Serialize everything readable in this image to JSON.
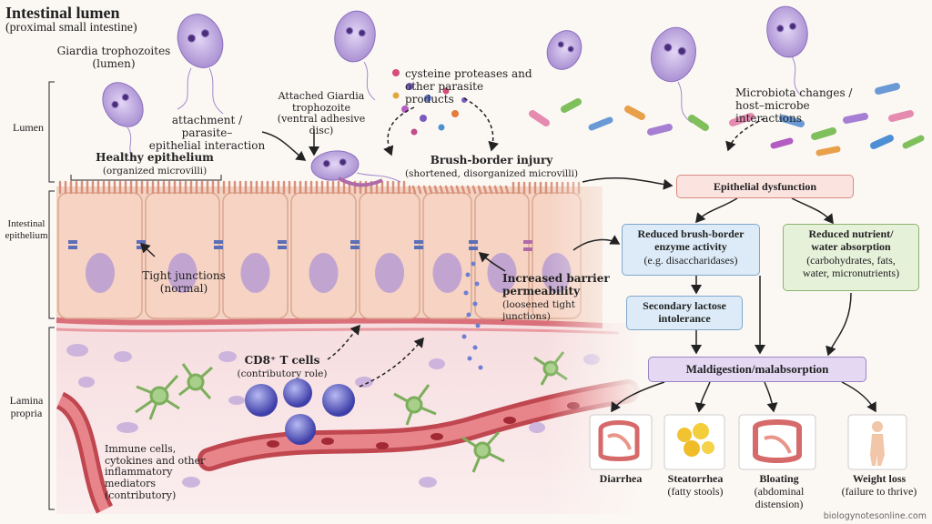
{
  "title": "Intestinal lumen",
  "subtitle": "(proximal small intestine)",
  "regions": {
    "lumen": "Lumen",
    "epithelium_l1": "Intestinal",
    "epithelium_l2": "epithelium",
    "lamina_l1": "Lamina",
    "lamina_l2": "propria"
  },
  "labels": {
    "trophozoites_l1": "Giardia trophozoites",
    "trophozoites_l2": "(lumen)",
    "attachment_l1": "attachment / parasite–",
    "attachment_l2": "epithelial interaction",
    "attached_l1": "Attached Giardia",
    "attached_l2": "trophozoite",
    "attached_l3": "(ventral adhesive disc)",
    "proteases_l1": "cysteine proteases and",
    "proteases_l2": "other parasite products",
    "microbiota_l1": "Microbiota changes /",
    "microbiota_l2": "host–microbe interactions",
    "healthy_l1": "Healthy epithelium",
    "healthy_l2": "(organized microvilli)",
    "brush_l1": "Brush-border injury",
    "brush_l2": "(shortened, disorganized microvilli)",
    "tight_l1": "Tight junctions",
    "tight_l2": "(normal)",
    "barrier_l1": "Increased barrier",
    "barrier_l2": "permeability",
    "barrier_l3": "(loosened tight junctions)",
    "cd8_l1": "CD8⁺ T cells",
    "cd8_l2": "(contributory role)",
    "immune_l1": "Immune cells,",
    "immune_l2": "cytokines and other",
    "immune_l3": "inflammatory mediators",
    "immune_l4": "(contributory)"
  },
  "flow": {
    "epithelial_dysfunction": "Epithelial dysfunction",
    "enzyme_l1": "Reduced brush-border",
    "enzyme_l2": "enzyme activity",
    "enzyme_l3": "(e.g. disaccharidases)",
    "absorption_l1": "Reduced nutrient/",
    "absorption_l2": "water absorption",
    "absorption_l3": "(carbohydrates, fats,",
    "absorption_l4": "water, micronutrients)",
    "lactose_l1": "Secondary lactose",
    "lactose_l2": "intolerance",
    "malabsorption": "Maldigestion/malabsorption"
  },
  "symptoms": [
    {
      "name": "Diarrhea",
      "note": ""
    },
    {
      "name": "Steatorrhea",
      "note": "(fatty stools)"
    },
    {
      "name": "Bloating",
      "note": "(abdominal distension)"
    },
    {
      "name": "Weight loss",
      "note": "(failure to thrive)"
    }
  ],
  "credit": "biologynotesonline.com",
  "colors": {
    "pink_box": "#fbe3e0",
    "blue_box": "#dcebf7",
    "green_box": "#e6f1da",
    "purple_box": "#e4d8f3",
    "giardia": "#b8a3dc",
    "cell": "#f6d3c3",
    "nucleus": "#b79bd1"
  }
}
